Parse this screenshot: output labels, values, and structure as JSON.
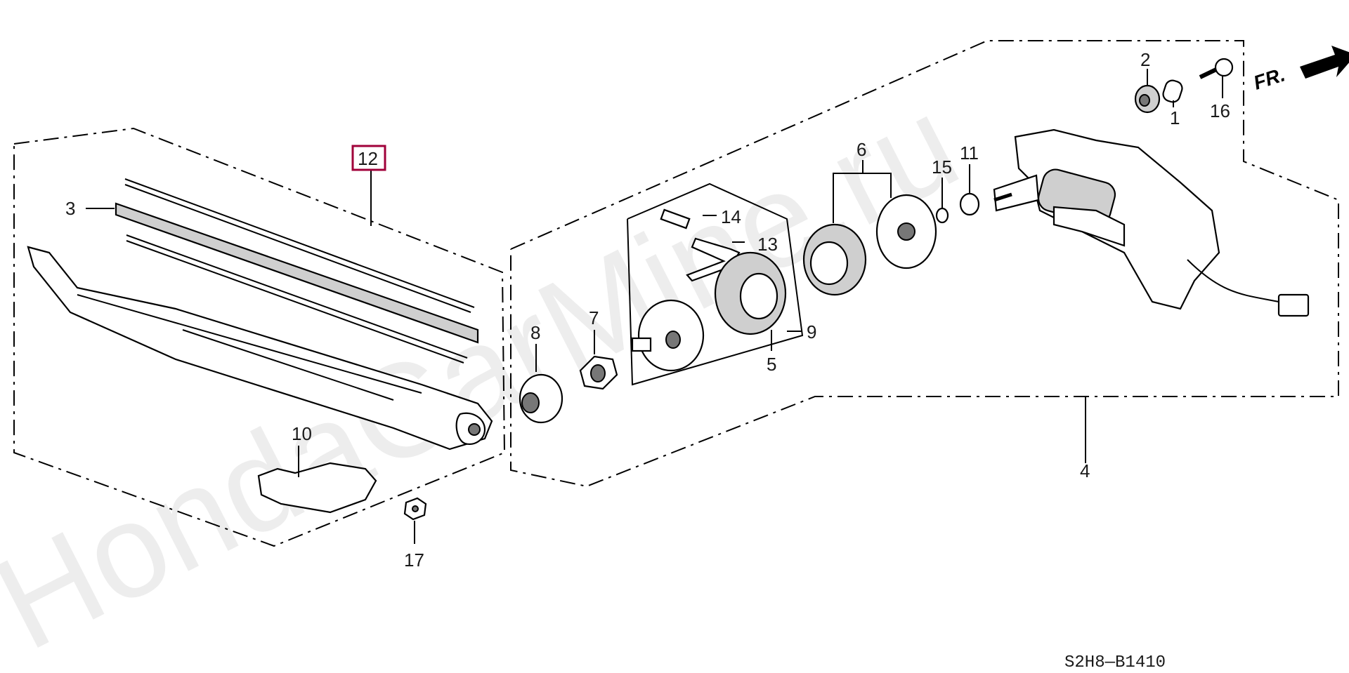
{
  "callouts": {
    "c1": "1",
    "c2": "2",
    "c3": "3",
    "c4": "4",
    "c5": "5",
    "c6": "6",
    "c7": "7",
    "c8": "8",
    "c9": "9",
    "c10": "10",
    "c11": "11",
    "c12": "12",
    "c13": "13",
    "c14": "14",
    "c15": "15",
    "c16": "16",
    "c17": "17"
  },
  "highlight_color": "#a0003a",
  "direction_label": "FR.",
  "diagram_code": "S2H8—B1410",
  "watermark": "HondaCarMine.ru"
}
